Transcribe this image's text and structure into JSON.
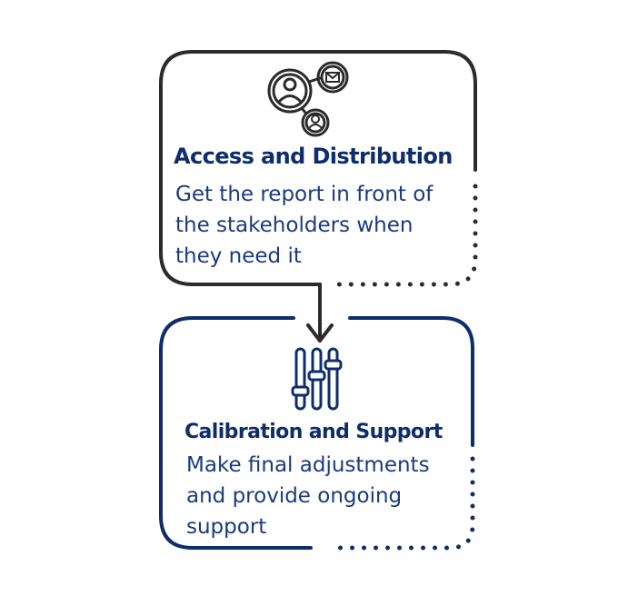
{
  "step1": {
    "title": "Access and Distribution",
    "desc_lines": [
      "Get the report in front of",
      "the stakeholders when",
      "they need it"
    ],
    "icon": "network-share-icon",
    "color": "#2b2b2b"
  },
  "step2": {
    "title": "Calibration and Support",
    "desc_lines": [
      "Make final adjustments",
      "and provide ongoing",
      "support"
    ],
    "icon": "sliders-icon",
    "color": "#0d2d6b"
  },
  "connector": {
    "icon": "arrow-down-icon"
  }
}
